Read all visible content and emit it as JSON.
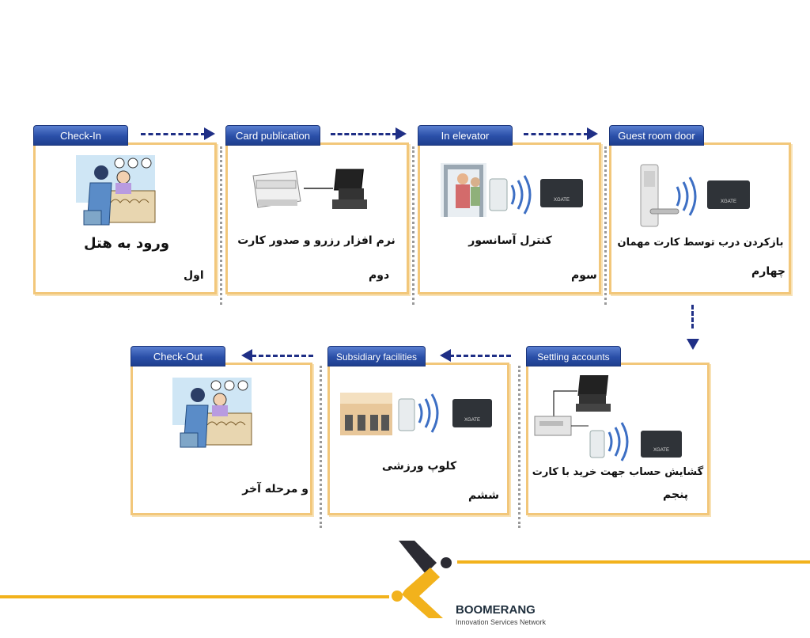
{
  "steps": [
    {
      "tab": "Check-In",
      "caption": "ورود به هتل",
      "ordinal": "اول"
    },
    {
      "tab": "Card publication",
      "caption": "نرم افزار رزرو و صدور کارت",
      "ordinal": "دوم"
    },
    {
      "tab": "In elevator",
      "caption": "کنترل آسانسور",
      "ordinal": "سوم"
    },
    {
      "tab": "Guest room door",
      "caption": "بازکردن درب توسط کارت مهمان",
      "ordinal": "چهارم"
    },
    {
      "tab": "Settling accounts",
      "caption": "گشایش حساب جهت خرید با کارت",
      "ordinal": "پنجم"
    },
    {
      "tab": "Subsidiary facilities",
      "caption": "کلوپ  ورزشی",
      "ordinal": "ششم"
    },
    {
      "tab": "Check-Out",
      "caption": "و مرحله آخر",
      "ordinal": ""
    }
  ],
  "card_brand": "XGATE",
  "brand": {
    "name": "BOOMERANG",
    "tagline": "Innovation Services Network"
  },
  "colors": {
    "tab": "#2a4fa8",
    "border": "#f2c77a",
    "arrow": "#1f2f86",
    "accent": "#f2b21c"
  }
}
